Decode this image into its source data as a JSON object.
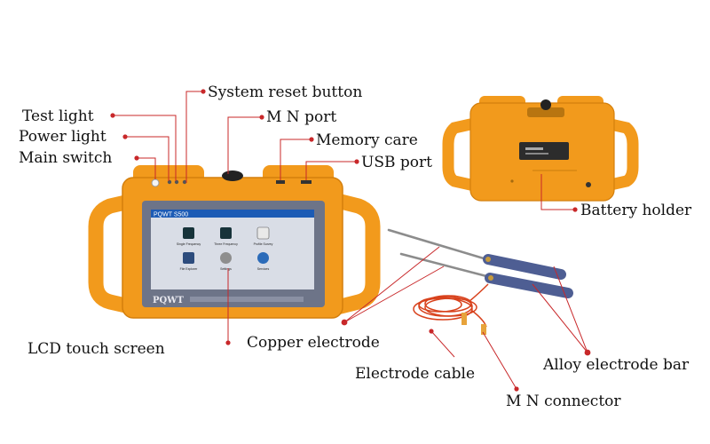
{
  "labels": {
    "system_reset_button": "System reset button",
    "test_light": "Test light",
    "mn_port": "M N port",
    "power_light": "Power light",
    "memory_care": "Memory care",
    "main_switch": "Main switch",
    "usb_port": "USB port",
    "battery_holder": "Battery holder",
    "lcd_touch_screen": "LCD touch screen",
    "copper_electrode": "Copper electrode",
    "electrode_cable": "Electrode cable",
    "alloy_electrode_bar": "Alloy electrode bar",
    "mn_connector": "M N connector"
  },
  "device": {
    "screen_title": "PQWT S500",
    "brand_mark": "PQWT",
    "apps": [
      "Single Frequency",
      "Three Frequency",
      "Profile Survey",
      "File Explorer",
      "Settings",
      "Services"
    ]
  },
  "colors": {
    "body_orange": "#f29a1c",
    "screen_bezel": "#6d7488",
    "screen_bg": "#d9dde6",
    "leader_red": "#c8282a",
    "electrode_blue": "#4e5e93",
    "cable_red": "#d8421d"
  }
}
